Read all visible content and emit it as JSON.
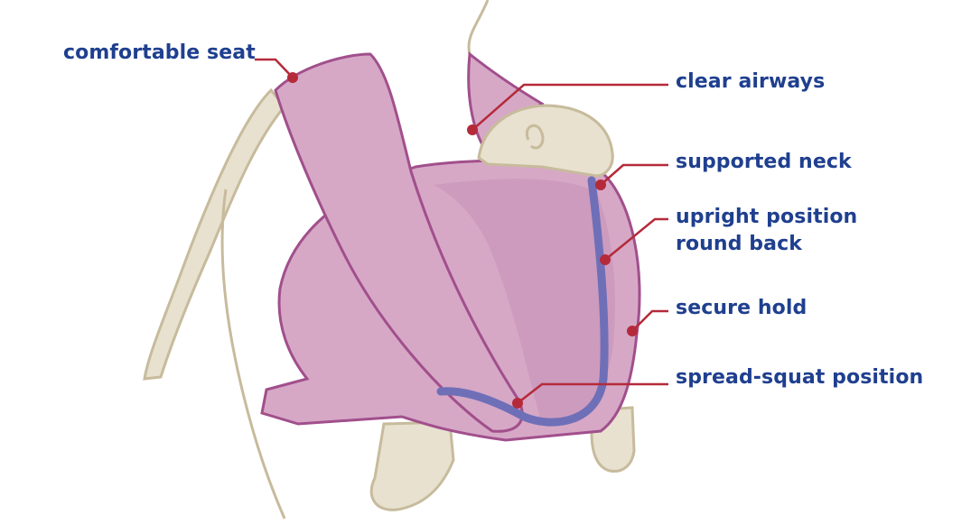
{
  "colors": {
    "label_text": "#1f3f8f",
    "leader_line": "#b52a3a",
    "sling_fill": "#d6a8c6",
    "sling_shadow": "#c48cb3",
    "sling_stroke": "#a14f8c",
    "skin": "#e8e1cf",
    "skin_stroke": "#c7bb9c",
    "spine": "#6f6fb8"
  },
  "labels": {
    "comfortable_seat": "comfortable seat",
    "clear_airways": "clear airways",
    "supported_neck": "supported neck",
    "upright_position": "upright position",
    "round_back": "round back",
    "secure_hold": "secure hold",
    "spread_squat": "spread-squat position"
  },
  "icons": {
    "marker": "dot-marker"
  }
}
